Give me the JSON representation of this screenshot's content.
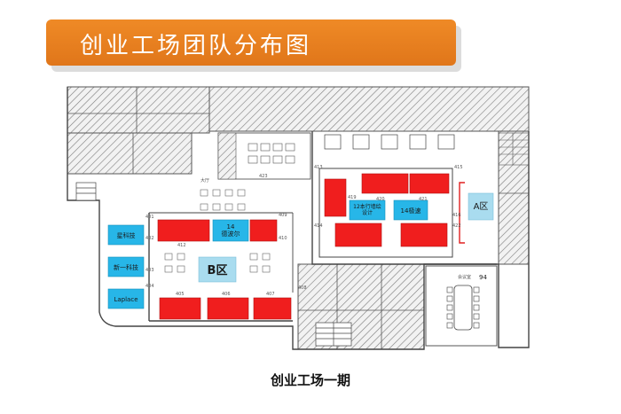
{
  "title": "创业工场团队分布图",
  "caption": "创业工场一期",
  "colors": {
    "banner": "#e77f21",
    "team_red": "#f01e1e",
    "team_blue": "#27b6e8",
    "zone_blue": "#a9dcef",
    "wall": "#555555",
    "hatch": "#8a8a8a"
  },
  "zones": {
    "a_label": "A区",
    "b_label": "B区"
  },
  "teams": {
    "left_1": "星科技",
    "left_2": "新一科技",
    "left_3": "Laplace",
    "center": "14\n德波尔",
    "a_zone_left": "12本行墙绘\n设计",
    "a_zone_right": "14极速"
  },
  "room_numbers": {
    "r401": "401",
    "r402": "402",
    "r403": "403",
    "r404": "404",
    "r405": "405",
    "r406": "406",
    "r407": "407",
    "r408": "408",
    "r409": "409",
    "r410": "410",
    "r412": "412",
    "r413": "413",
    "r414": "414",
    "r415": "415",
    "r416": "416",
    "r419": "419",
    "r420": "420",
    "r421": "421",
    "r422": "422",
    "r423": "423"
  },
  "misc_labels": {
    "meeting_room": "会议室",
    "meeting_number": "94",
    "lobby": "大厅"
  }
}
